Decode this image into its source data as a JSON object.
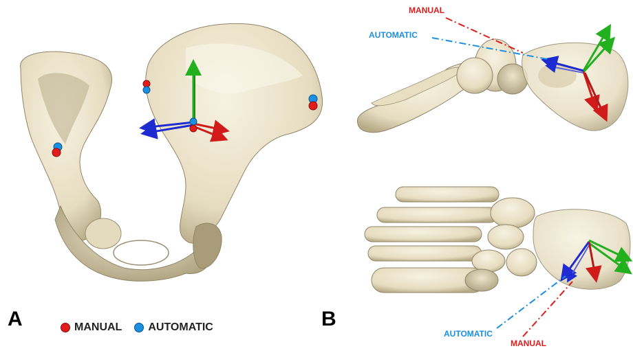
{
  "panels": {
    "a": "A",
    "b": "B"
  },
  "legend": {
    "manual": {
      "label": "MANUAL",
      "color": "#e21c1c"
    },
    "automatic": {
      "label": "AUTOMATIC",
      "color": "#1b8fe0"
    }
  },
  "callouts": {
    "top_manual": "MANUAL",
    "top_automatic": "AUTOMATIC",
    "bottom_automatic": "AUTOMATIC",
    "bottom_manual": "MANUAL"
  },
  "colors": {
    "bone": "#efe8d2",
    "bone_shade": "#c9bf9f",
    "axis_x": "#d11a1a",
    "axis_y": "#22b01e",
    "axis_z": "#1d2bd0"
  },
  "icons": [
    "pelvis-3d-model",
    "foot-3d-model",
    "coordinate-axes-triad"
  ]
}
